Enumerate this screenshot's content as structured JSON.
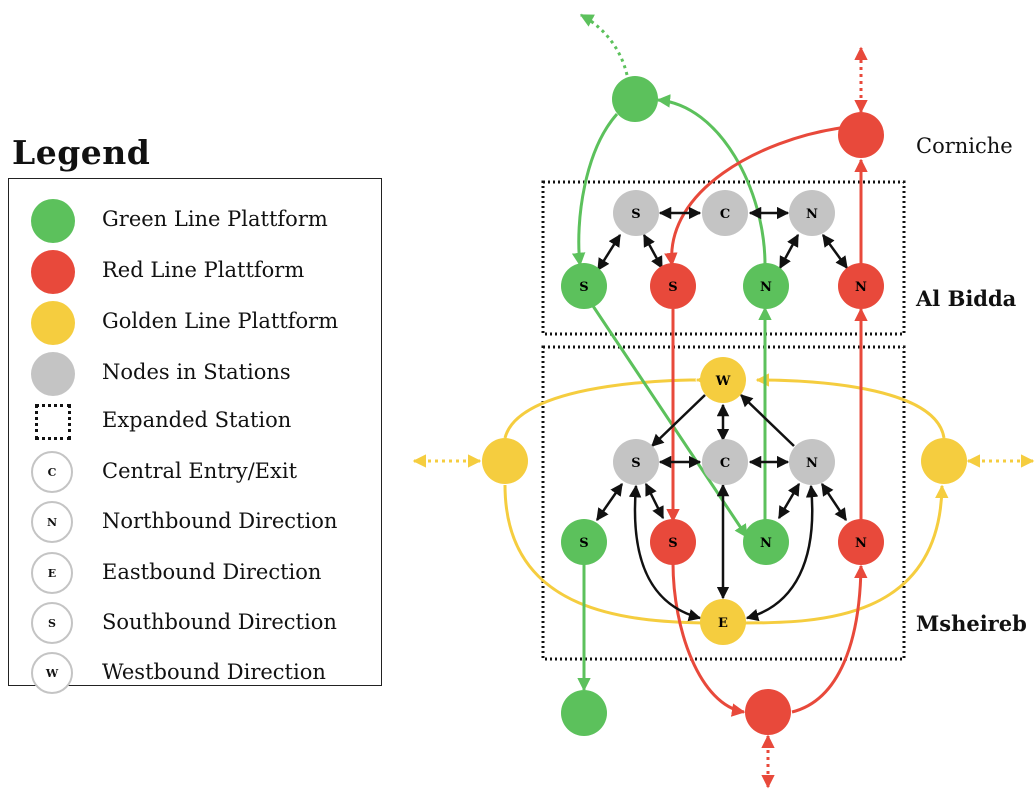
{
  "legend": {
    "title": "Legend",
    "items": [
      {
        "label": "Green Line Plattform",
        "kind": "fill",
        "color": "#5cc15c"
      },
      {
        "label": "Red Line Plattform",
        "kind": "fill",
        "color": "#e8493b"
      },
      {
        "label": "Golden Line Plattform",
        "kind": "fill",
        "color": "#f5cd3f"
      },
      {
        "label": "Nodes in Stations",
        "kind": "fill",
        "color": "#c4c4c4"
      },
      {
        "label": "Expanded Station",
        "kind": "dotted-square",
        "color": "#111111"
      },
      {
        "label": "Central Entry/Exit",
        "kind": "outline",
        "letter": "C"
      },
      {
        "label": "Northbound Direction",
        "kind": "outline",
        "letter": "N"
      },
      {
        "label": "Eastbound Direction",
        "kind": "outline",
        "letter": "E"
      },
      {
        "label": "Southbound Direction",
        "kind": "outline",
        "letter": "S"
      },
      {
        "label": "Westbound Direction",
        "kind": "outline",
        "letter": "W"
      }
    ]
  },
  "stations": {
    "corniche": "Corniche",
    "al_bidda": "Al Bidda",
    "msheireb": "Msheireb"
  },
  "colors": {
    "green": "#5cc15c",
    "red": "#e8493b",
    "gold": "#f5cd3f",
    "grey": "#c4c4c4",
    "black": "#111111"
  }
}
